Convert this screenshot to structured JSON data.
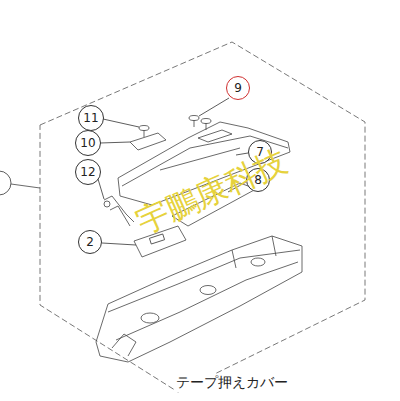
{
  "diagram": {
    "caption": "テープ押えカバー",
    "nodes": [
      {
        "text": [
          "9"
        ]
      },
      {
        "text": [
          "11"
        ]
      },
      {
        "text": [
          "10"
        ]
      },
      {
        "text": [
          "7"
        ]
      },
      {
        "text": [
          "12"
        ]
      },
      {
        "text": [
          "8"
        ]
      },
      {
        "text": [
          "2"
        ]
      }
    ],
    "labels": [
      "宇鵬康科技"
    ]
  }
}
